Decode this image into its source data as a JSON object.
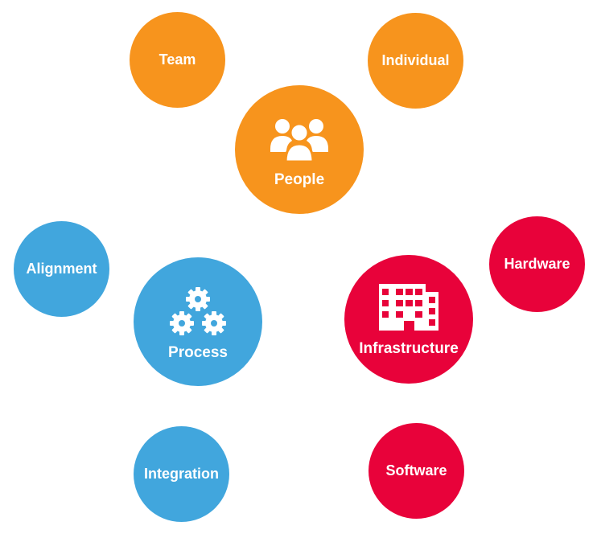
{
  "colors": {
    "people": "#F7941D",
    "process": "#41A6DD",
    "infrastructure": "#E8023A"
  },
  "people": {
    "label": "People",
    "icon": "people-group-icon",
    "children": [
      "Team",
      "Individual"
    ]
  },
  "process": {
    "label": "Process",
    "icon": "gears-icon",
    "children": [
      "Alignment",
      "Integration"
    ]
  },
  "infrastructure": {
    "label": "Infrastructure",
    "icon": "building-icon",
    "children": [
      "Hardware",
      "Software"
    ]
  }
}
